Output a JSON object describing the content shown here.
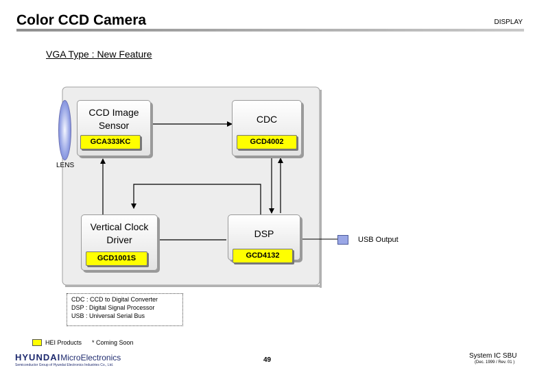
{
  "header": {
    "title": "Color CCD Camera",
    "section": "DISPLAY"
  },
  "subtitle": "VGA Type : New Feature",
  "diagram": {
    "lens_label": "LENS",
    "blocks": [
      {
        "id": "ccd",
        "name": "CCD Image Sensor",
        "chip": "GCA333KC"
      },
      {
        "id": "cdc",
        "name": "CDC",
        "chip": "GCD4002"
      },
      {
        "id": "vcd",
        "name": "Vertical Clock Driver",
        "chip": "GCD1001S"
      },
      {
        "id": "dsp",
        "name": "DSP",
        "chip": "GCD4132"
      }
    ],
    "output_label": "USB Output"
  },
  "abbreviations": [
    "CDC : CCD to Digital Converter",
    "DSP : Digital Signal Processor",
    "USB : Universal Serial Bus"
  ],
  "legend": {
    "hei_label": "HEI  Products",
    "coming_soon": "* Coming Soon"
  },
  "footer": {
    "company": "HYUNDAI",
    "division": "MicroElectronics",
    "tagline": "Semiconductor Group of Hyundai Electronics Industries Co., Ltd.",
    "page": "49",
    "unit": "System IC SBU",
    "revision": "(Dec. 1999 / Rev. 01 )"
  },
  "colors": {
    "hei_highlight": "#ffff00",
    "lens": "#9aa7e6",
    "logo": "#1f2b6f"
  }
}
